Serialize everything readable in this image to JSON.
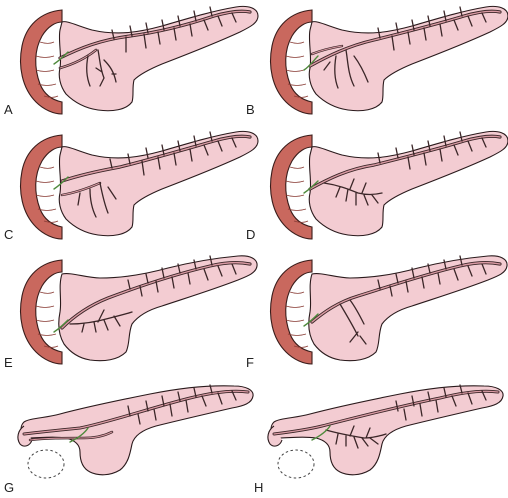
{
  "panels": [
    {
      "label": "A",
      "variant": "full",
      "duodenum": true
    },
    {
      "label": "B",
      "variant": "full",
      "duodenum": true
    },
    {
      "label": "C",
      "variant": "full",
      "duodenum": true
    },
    {
      "label": "D",
      "variant": "full",
      "duodenum": true
    },
    {
      "label": "E",
      "variant": "reduced",
      "duodenum": true
    },
    {
      "label": "F",
      "variant": "reduced",
      "duodenum": true
    },
    {
      "label": "G",
      "variant": "narrow-head",
      "duodenum": false
    },
    {
      "label": "H",
      "variant": "narrow-head",
      "duodenum": false
    }
  ],
  "colors": {
    "pancreas": "#f3ccd2",
    "duodenum": "#c9685e",
    "duct": "#3b2628",
    "bile_duct": "#4f8a3c"
  }
}
